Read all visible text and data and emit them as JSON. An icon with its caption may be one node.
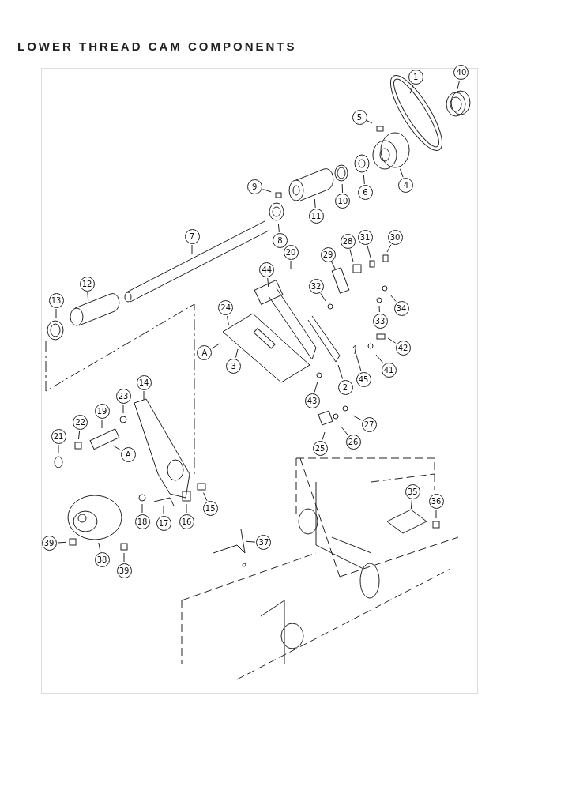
{
  "diagram": {
    "title": "LOWER THREAD CAM COMPONENTS",
    "nodes": [
      {
        "text": [
          "1"
        ]
      },
      {
        "text": [
          "40"
        ]
      },
      {
        "text": [
          "5"
        ]
      },
      {
        "text": [
          "4"
        ]
      },
      {
        "text": [
          "9"
        ]
      },
      {
        "text": [
          "6"
        ]
      },
      {
        "text": [
          "10"
        ]
      },
      {
        "text": [
          "11"
        ]
      },
      {
        "text": [
          "8"
        ]
      },
      {
        "text": [
          "7"
        ]
      },
      {
        "text": [
          "30"
        ]
      },
      {
        "text": [
          "20"
        ]
      },
      {
        "text": [
          "28"
        ]
      },
      {
        "text": [
          "31"
        ]
      },
      {
        "text": [
          "29"
        ]
      },
      {
        "text": [
          "44"
        ]
      },
      {
        "text": [
          "32"
        ]
      },
      {
        "text": [
          "12"
        ]
      },
      {
        "text": [
          "34"
        ]
      },
      {
        "text": [
          "33"
        ]
      },
      {
        "text": [
          "13"
        ]
      },
      {
        "text": [
          "24"
        ]
      },
      {
        "text": [
          "A"
        ]
      },
      {
        "text": [
          "42"
        ]
      },
      {
        "text": [
          "3"
        ]
      },
      {
        "text": [
          "41"
        ]
      },
      {
        "text": [
          "45"
        ]
      },
      {
        "text": [
          "2"
        ]
      },
      {
        "text": [
          "43"
        ]
      },
      {
        "text": [
          "14"
        ]
      },
      {
        "text": [
          "27"
        ]
      },
      {
        "text": [
          "23"
        ]
      },
      {
        "text": [
          "26"
        ]
      },
      {
        "text": [
          "19"
        ]
      },
      {
        "text": [
          "25"
        ]
      },
      {
        "text": [
          "22"
        ]
      },
      {
        "text": [
          "21"
        ]
      },
      {
        "text": [
          "A"
        ]
      },
      {
        "text": [
          "35"
        ]
      },
      {
        "text": [
          "15"
        ]
      },
      {
        "text": [
          "36"
        ]
      },
      {
        "text": [
          "17"
        ]
      },
      {
        "text": [
          "18"
        ]
      },
      {
        "text": [
          "16"
        ]
      },
      {
        "text": [
          "37"
        ]
      },
      {
        "text": [
          "39"
        ]
      },
      {
        "text": [
          "38"
        ]
      },
      {
        "text": [
          "39"
        ]
      }
    ],
    "edges": [
      {
        "from": 0,
        "to": null,
        "arrow": "none"
      },
      {
        "from": 1,
        "to": null,
        "arrow": "none"
      },
      {
        "from": 2,
        "to": null,
        "arrow": "none"
      },
      {
        "from": 3,
        "to": null,
        "arrow": "none"
      },
      {
        "from": 4,
        "to": null,
        "arrow": "none"
      },
      {
        "from": 5,
        "to": null,
        "arrow": "none"
      },
      {
        "from": 6,
        "to": null,
        "arrow": "none"
      },
      {
        "from": 7,
        "to": null,
        "arrow": "none"
      },
      {
        "from": 8,
        "to": null,
        "arrow": "none"
      },
      {
        "from": 9,
        "to": null,
        "arrow": "none"
      },
      {
        "from": 10,
        "to": null,
        "arrow": "none"
      },
      {
        "from": 11,
        "to": null,
        "arrow": "none"
      },
      {
        "from": 12,
        "to": null,
        "arrow": "none"
      },
      {
        "from": 13,
        "to": null,
        "arrow": "none"
      },
      {
        "from": 14,
        "to": null,
        "arrow": "none"
      },
      {
        "from": 15,
        "to": null,
        "arrow": "none"
      },
      {
        "from": 16,
        "to": null,
        "arrow": "none"
      },
      {
        "from": 17,
        "to": null,
        "arrow": "none"
      },
      {
        "from": 18,
        "to": null,
        "arrow": "none"
      },
      {
        "from": 19,
        "to": null,
        "arrow": "none"
      },
      {
        "from": 20,
        "to": null,
        "arrow": "none"
      },
      {
        "from": 21,
        "to": null,
        "arrow": "none"
      },
      {
        "from": 22,
        "to": null,
        "arrow": "none"
      },
      {
        "from": 23,
        "to": null,
        "arrow": "none"
      },
      {
        "from": 24,
        "to": null,
        "arrow": "none"
      },
      {
        "from": 25,
        "to": null,
        "arrow": "none"
      },
      {
        "from": 26,
        "to": null,
        "arrow": "none"
      },
      {
        "from": 27,
        "to": null,
        "arrow": "none"
      },
      {
        "from": 28,
        "to": null,
        "arrow": "none"
      },
      {
        "from": 29,
        "to": null,
        "arrow": "none"
      },
      {
        "from": 30,
        "to": null,
        "arrow": "none"
      },
      {
        "from": 31,
        "to": null,
        "arrow": "none"
      },
      {
        "from": 32,
        "to": null,
        "arrow": "none"
      },
      {
        "from": 33,
        "to": null,
        "arrow": "none"
      },
      {
        "from": 34,
        "to": null,
        "arrow": "none"
      },
      {
        "from": 35,
        "to": null,
        "arrow": "none"
      },
      {
        "from": 36,
        "to": null,
        "arrow": "none"
      },
      {
        "from": 37,
        "to": null,
        "arrow": "none"
      },
      {
        "from": 38,
        "to": null,
        "arrow": "none"
      },
      {
        "from": 39,
        "to": null,
        "arrow": "none"
      },
      {
        "from": 40,
        "to": null,
        "arrow": "none"
      },
      {
        "from": 41,
        "to": null,
        "arrow": "none"
      },
      {
        "from": 42,
        "to": null,
        "arrow": "none"
      },
      {
        "from": 43,
        "to": null,
        "arrow": "none"
      },
      {
        "from": 44,
        "to": null,
        "arrow": "none"
      },
      {
        "from": 45,
        "to": null,
        "arrow": "none"
      },
      {
        "from": 46,
        "to": null,
        "arrow": "none"
      },
      {
        "from": 47,
        "to": null,
        "arrow": "none"
      }
    ]
  }
}
